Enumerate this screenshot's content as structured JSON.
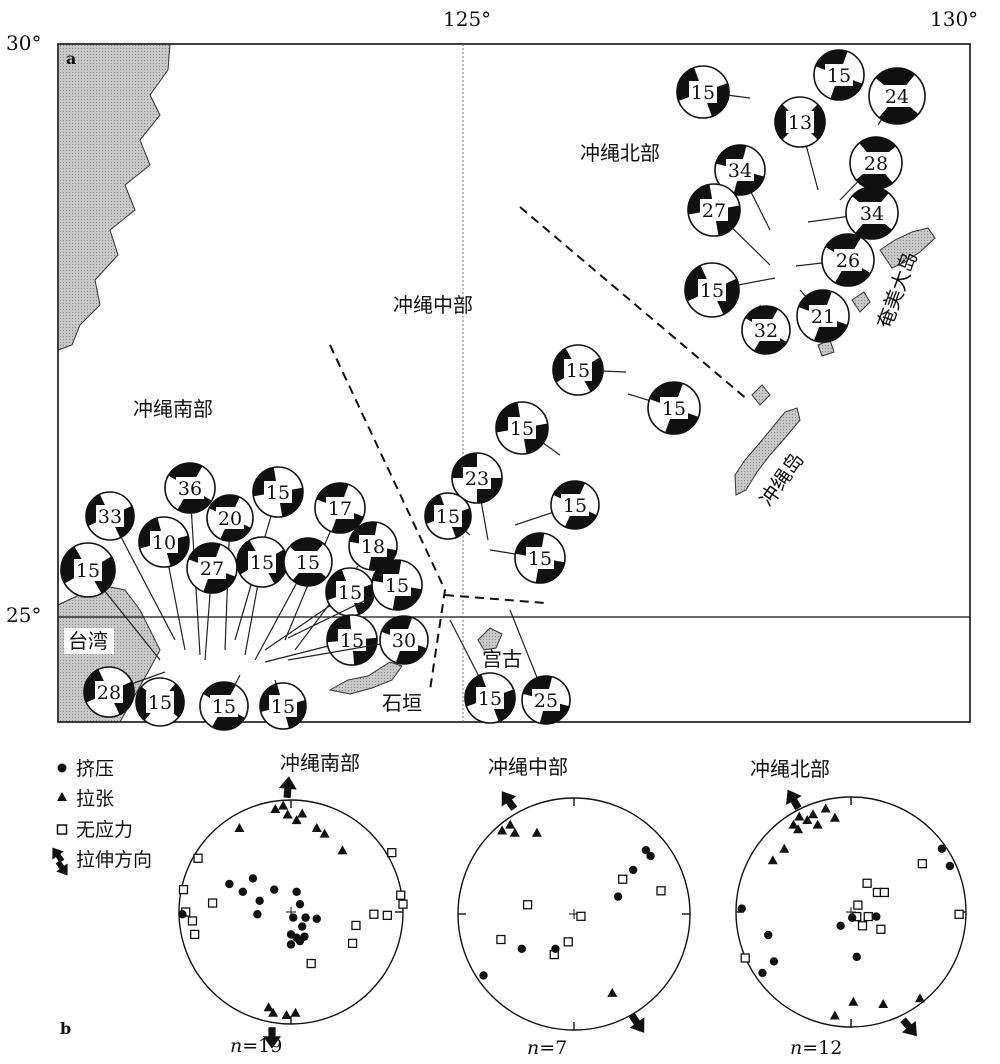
{
  "panel_a": {
    "label": "a",
    "axis_lon": [
      "125°",
      "130°"
    ],
    "axis_lat": [
      "30°",
      "25°"
    ],
    "regions": [
      "冲绳北部",
      "冲绳中部",
      "冲绳南部"
    ],
    "places": [
      "台湾",
      "石垣",
      "宫古",
      "冲绳岛",
      "奄美大岛"
    ],
    "mechanisms": {
      "north": [
        "15",
        "15",
        "24",
        "13",
        "34",
        "28",
        "27",
        "34",
        "26",
        "15",
        "32",
        "21"
      ],
      "central": [
        "15",
        "15",
        "15",
        "23",
        "15",
        "15",
        "15"
      ],
      "south": [
        "33",
        "36",
        "15",
        "17",
        "10",
        "20",
        "18",
        "15",
        "27",
        "15",
        "15",
        "15",
        "15",
        "15",
        "30",
        "28",
        "15",
        "15",
        "15",
        "15",
        "25"
      ]
    }
  },
  "panel_b": {
    "label": "b",
    "legend": [
      "挤压",
      "拉张",
      "无应力",
      "拉伸方向"
    ],
    "nets": [
      {
        "title": "冲绳南部",
        "n_prefix": "n",
        "n_value": "=19"
      },
      {
        "title": "冲绳中部",
        "n_prefix": "n",
        "n_value": "=7"
      },
      {
        "title": "冲绳北部",
        "n_prefix": "n",
        "n_value": "=12"
      }
    ]
  }
}
